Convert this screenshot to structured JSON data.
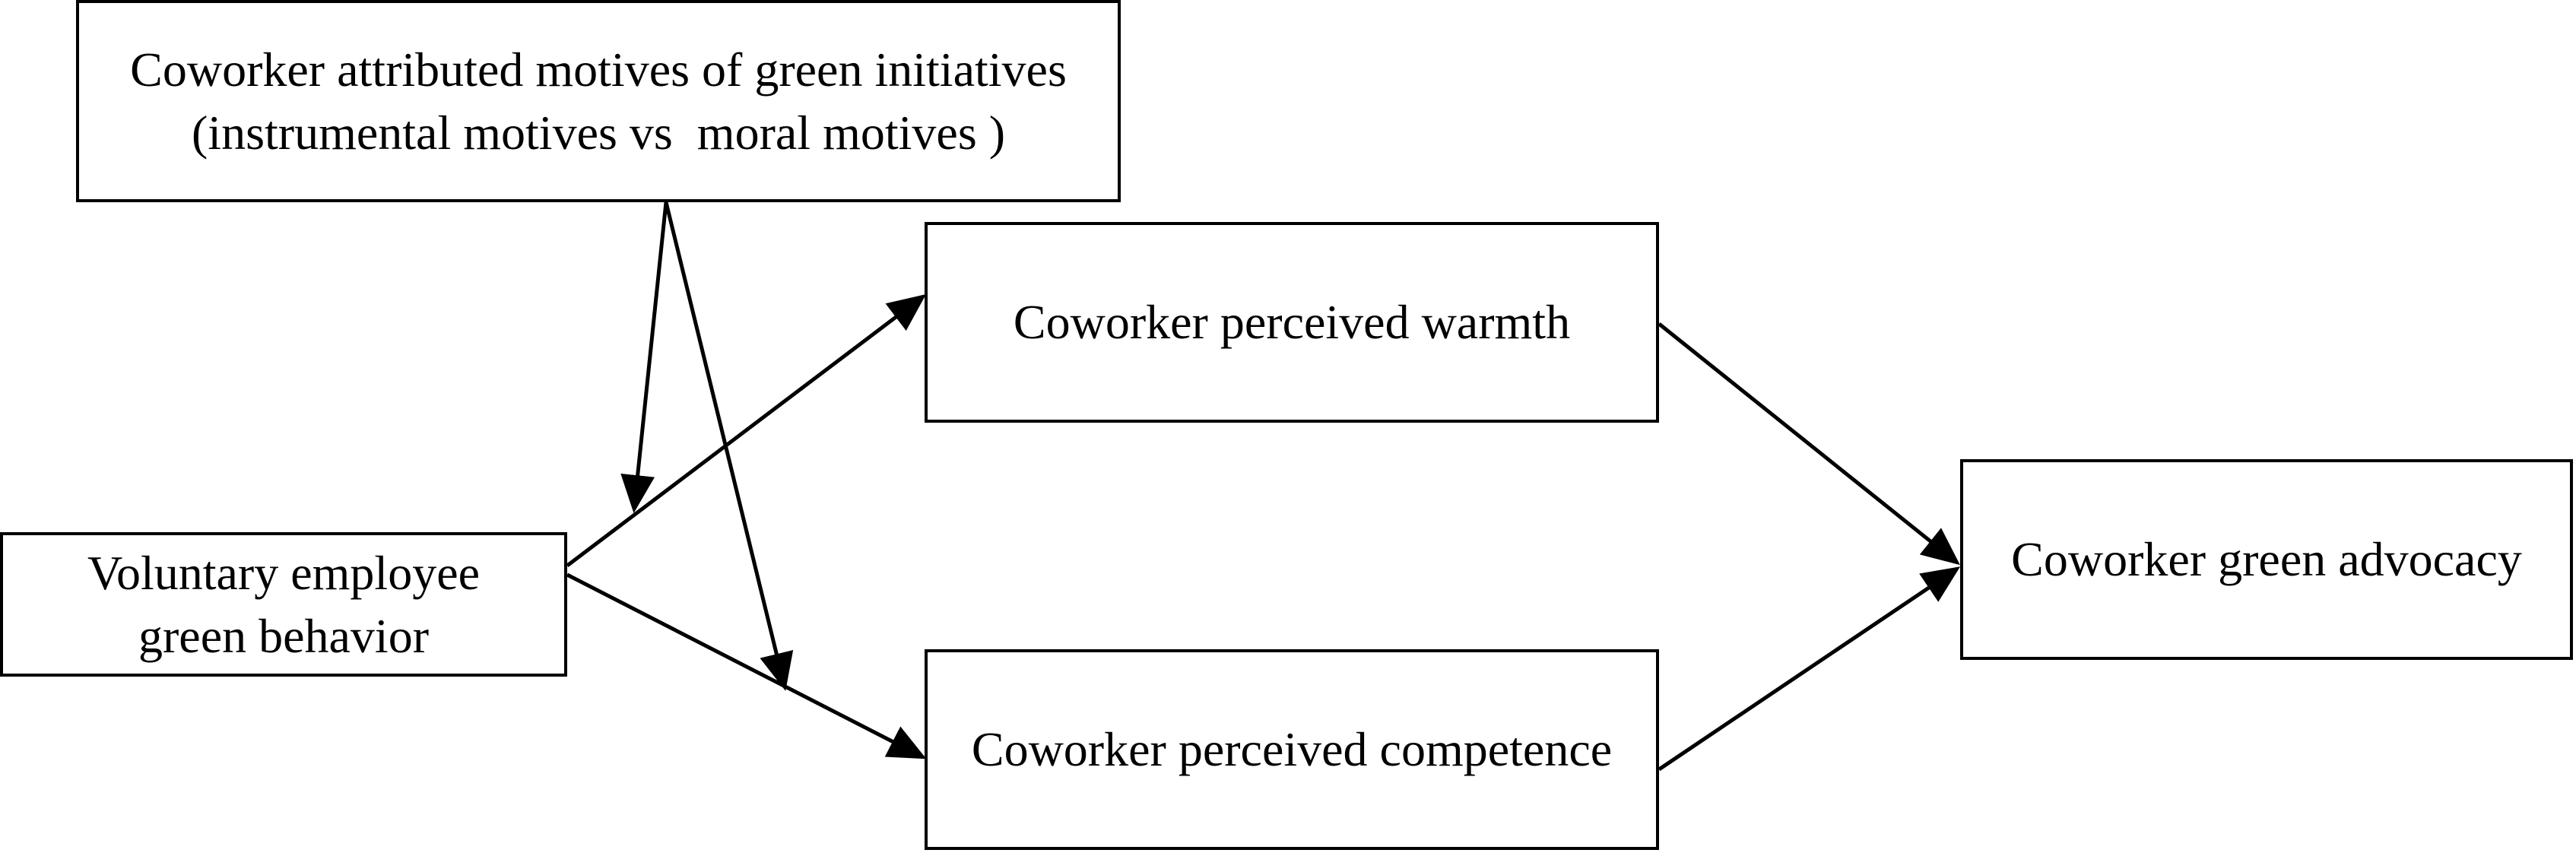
{
  "nodes": {
    "moderator": {
      "line1": "Coworker attributed motives of green initiatives",
      "line2": "(instrumental motives vs  moral motives )"
    },
    "predictor": {
      "line1": "Voluntary employee",
      "line2": "green behavior"
    },
    "warmth": {
      "label": "Coworker perceived warmth"
    },
    "competence": {
      "label": "Coworker perceived competence"
    },
    "outcome": {
      "label": "Coworker green advocacy"
    }
  },
  "edges": [
    {
      "from": "predictor",
      "to": "warmth"
    },
    {
      "from": "predictor",
      "to": "competence"
    },
    {
      "from": "warmth",
      "to": "outcome"
    },
    {
      "from": "competence",
      "to": "outcome"
    },
    {
      "from": "moderator",
      "to": "path predictor-warmth"
    },
    {
      "from": "moderator",
      "to": "path predictor-competence"
    }
  ],
  "colors": {
    "stroke": "#000000",
    "background": "#ffffff"
  }
}
